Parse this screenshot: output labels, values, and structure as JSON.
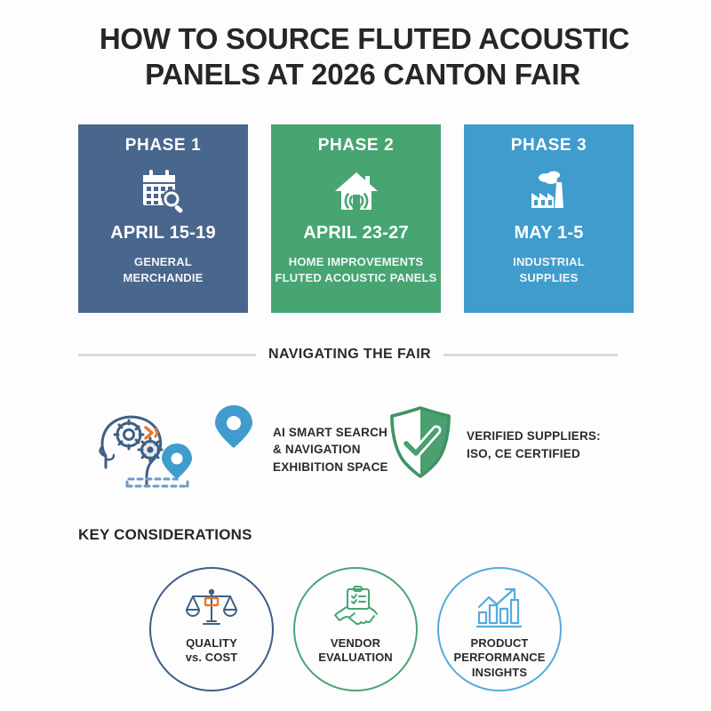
{
  "page": {
    "background": "#fdfdfd",
    "title_lines": [
      "HOW TO SOURCE FLUTED ACOUSTIC",
      "PANELS AT 2026 CANTON FAIR"
    ]
  },
  "phases": [
    {
      "label": "PHASE 1",
      "date": "APRIL 15-19",
      "category_lines": [
        "GENERAL",
        "MERCHANDIE"
      ],
      "color": "#49668d",
      "icon": "calendar-search-icon"
    },
    {
      "label": "PHASE 2",
      "date": "APRIL 23-27",
      "category_lines": [
        "HOME IMPROVEMENTS",
        "FLUTED ACOUSTIC PANELS"
      ],
      "color": "#46a571",
      "icon": "house-acoustic-icon"
    },
    {
      "label": "PHASE 3",
      "date": "MAY 1-5",
      "category_lines": [
        "INDUSTRIAL",
        "SUPPLIES"
      ],
      "color": "#3f9ccd",
      "icon": "factory-icon"
    }
  ],
  "navigating": {
    "heading": "NAVIGATING THE FAIR",
    "features": [
      {
        "icon": "ai-brain-navigation-icon",
        "text_lines": [
          "AI SMART SEARCH",
          "& NAVIGATION",
          "EXHIBITION SPACE"
        ]
      },
      {
        "icon": "verified-shield-check-icon",
        "text_lines": [
          "VERIFIED SUPPLIERS:",
          "ISO, CE CERTIFIED"
        ]
      }
    ]
  },
  "key_considerations": {
    "heading": "KEY CONSIDERATIONS",
    "items": [
      {
        "label_lines": [
          "QUALITY",
          "vs. COST"
        ],
        "color": "#3d5f88",
        "icon": "balance-scales-icon"
      },
      {
        "label_lines": [
          "VENDOR",
          "EVALUATION"
        ],
        "color": "#4aa573",
        "icon": "handshake-clipboard-icon"
      },
      {
        "label_lines": [
          "PRODUCT",
          "PERFORMANCE",
          "INSIGHTS"
        ],
        "color": "#55abdc",
        "icon": "growth-bar-chart-icon"
      }
    ]
  }
}
